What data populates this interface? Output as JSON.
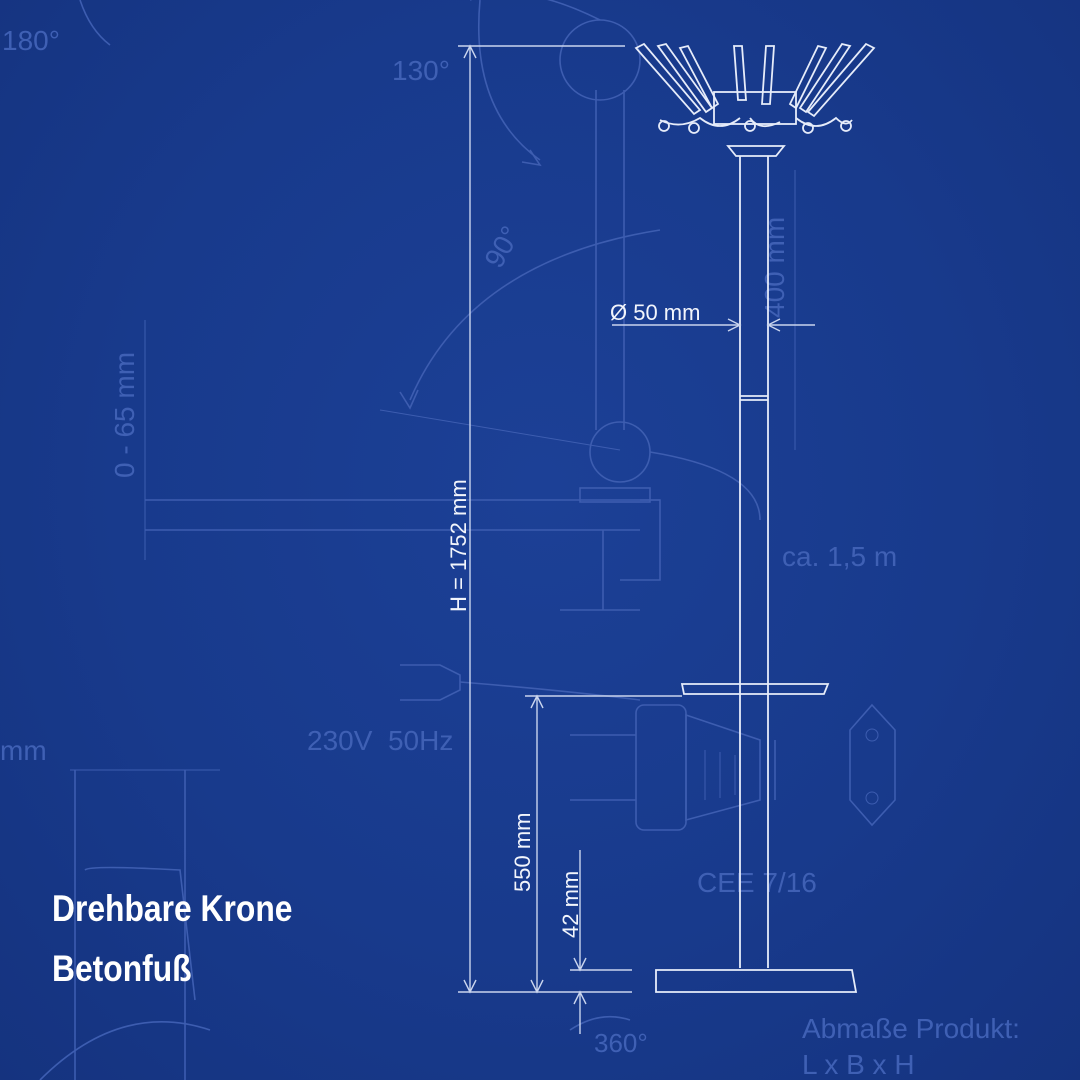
{
  "caption": {
    "line1": "Drehbare Krone",
    "line2": "Betonfuß"
  },
  "dimensions": {
    "diameter": "Ø 50 mm",
    "total_height": "H = 1752 mm",
    "tray_height": "550 mm",
    "base_height": "42 mm",
    "upper_section": "400 mm"
  },
  "background_labels": {
    "angle_180": "180°",
    "angle_130": "130°",
    "angle_90": "90°",
    "angle_360": "360°",
    "clamp_range": "0 - 65 mm",
    "cable_length": "ca. 1,5 m",
    "voltage": "230V  50Hz",
    "plug_type": "CEE 7/16",
    "mm_fragment": "mm",
    "abmasse_title": "Abmaße Produkt:",
    "abmasse_dims": "L x B x H"
  },
  "colors": {
    "background": "#183a8c",
    "ghost_lines": "#3d5db0",
    "foreground": "#e6ecfa",
    "caption_text": "#ffffff"
  }
}
